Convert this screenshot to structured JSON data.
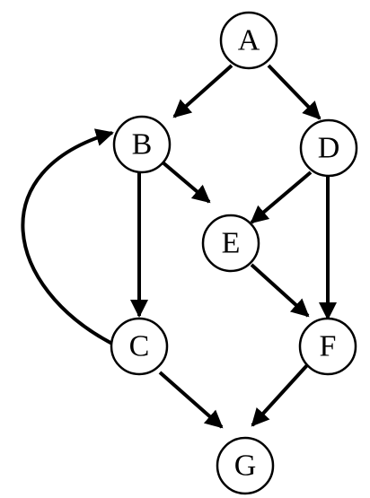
{
  "diagram": {
    "type": "directed-graph",
    "stroke_color": "#000000",
    "fill_color": "#ffffff",
    "nodes": [
      {
        "id": "A",
        "label": "A"
      },
      {
        "id": "B",
        "label": "B"
      },
      {
        "id": "D",
        "label": "D"
      },
      {
        "id": "E",
        "label": "E"
      },
      {
        "id": "C",
        "label": "C"
      },
      {
        "id": "F",
        "label": "F"
      },
      {
        "id": "G",
        "label": "G"
      }
    ],
    "edges": [
      {
        "from": "A",
        "to": "B"
      },
      {
        "from": "A",
        "to": "D"
      },
      {
        "from": "B",
        "to": "E"
      },
      {
        "from": "B",
        "to": "C"
      },
      {
        "from": "D",
        "to": "E"
      },
      {
        "from": "D",
        "to": "F"
      },
      {
        "from": "E",
        "to": "F"
      },
      {
        "from": "C",
        "to": "B"
      },
      {
        "from": "C",
        "to": "G"
      },
      {
        "from": "F",
        "to": "G"
      }
    ]
  }
}
